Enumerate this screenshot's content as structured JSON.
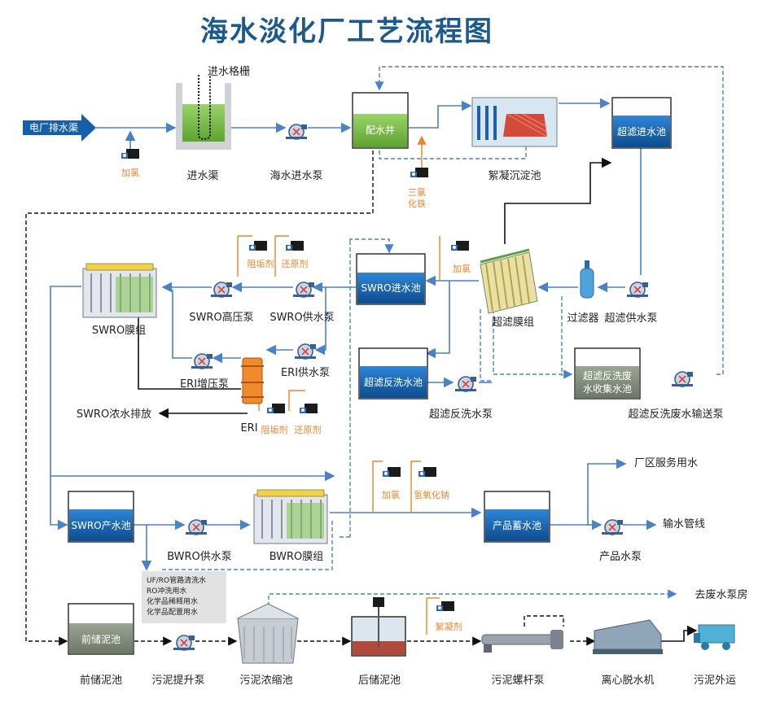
{
  "title": "海水淡化厂工艺流程图",
  "labels": {
    "inlet_pipe": "电厂排水渠",
    "chlorine_1": "加氯",
    "intake_grille": "进水格栅",
    "intake_channel": "进水渠",
    "seawater_pump": "海水进水泵",
    "distribution_well": "配水井",
    "ferric_1": "三氯",
    "ferric_2": "化铁",
    "flocculation": "絮凝沉淀池",
    "uf_feed_tank": "超滤进水池",
    "antiscalant_1": "阻垢剂",
    "reductant_1": "还原剂",
    "swro_hp_pump": "SWRO高压泵",
    "swro_supply_pump": "SWRO供水泵",
    "swro_feed_tank": "SWRO进水池",
    "chlorine_2": "加氯",
    "uf_module": "超滤膜组",
    "filter": "过滤器",
    "uf_supply_pump": "超滤供水泵",
    "swro_module": "SWRO膜组",
    "eri_booster": "ERI增压泵",
    "eri_supply_pump": "ERI供水泵",
    "uf_backwash_tank": "超滤反洗水池",
    "uf_backwash_pump": "超滤反洗水泵",
    "uf_waste_tank_1": "超滤反洗废",
    "uf_waste_tank_2": "水收集水池",
    "uf_waste_pump": "超滤反洗废水输送泵",
    "swro_brine": "SWRO浓水排放",
    "eri": "ERI",
    "antiscalant_2": "阻垢剂",
    "reductant_2": "还原剂",
    "chlorine_3": "加氯",
    "naoh": "氢氧化钠",
    "plant_service": "厂区服务用水",
    "swro_product_tank": "SWRO产水池",
    "bwro_supply_pump": "BWRO供水泵",
    "bwro_module": "BWRO膜组",
    "product_tank": "产品蓄水池",
    "pipeline": "输水管线",
    "product_pump": "产品水泵",
    "note_lines": [
      "UF/RO管路清洗水",
      "RO冲洗用水",
      "化学品稀释用水",
      "化学品配置用水"
    ],
    "waste_pump_room": "去废水泵房",
    "sludge_pre_tank": "前储泥池",
    "sludge_pre_label": "前储泥池",
    "sludge_lift_pump": "污泥提升泵",
    "thickener": "污泥浓缩池",
    "sludge_post_tank": "后储泥池",
    "coagulant": "絮凝剂",
    "screw_pump": "污泥螺杆泵",
    "centrifuge": "离心脱水机",
    "sludge_transport": "污泥外运"
  },
  "colors": {
    "title": "#1d5a8c",
    "water_line": "#4a82c8",
    "dosing_line": "#e8862b",
    "tank_blue": "#1560a8",
    "tank_green": "#7bbf4a",
    "gray_tank": "#7f8c7a"
  }
}
